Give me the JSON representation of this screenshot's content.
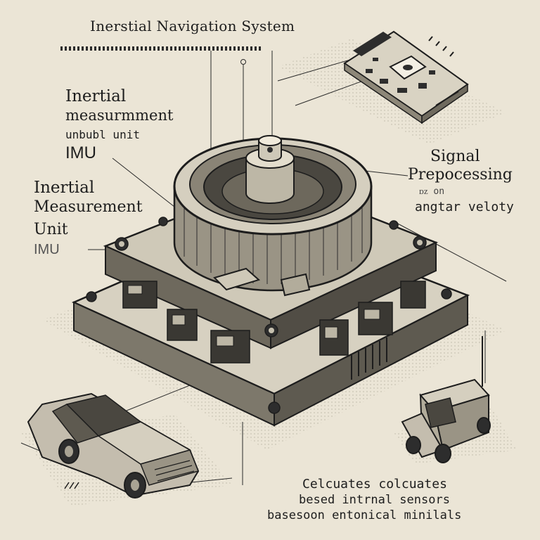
{
  "title": "Inerstial Navigation System",
  "labels_left_top": [
    "Inertial",
    "measurmment",
    "unbubl unit",
    "IMU"
  ],
  "labels_left_mid": [
    "Inertial",
    "Measurement",
    "Unit",
    "IMU"
  ],
  "labels_right": [
    "Signal",
    "Prepocessing",
    "ᴅᴢ on",
    "angtar veloty"
  ],
  "labels_bottom": [
    "Celcuates colcuates",
    "besed intrnal sensors",
    "basesoon entonical minilals"
  ],
  "illustration": {
    "central_component": "imu-gimbal-assembly",
    "board": "sensor-circuit-board",
    "vehicles": [
      "sedan-car",
      "small-truck"
    ],
    "ink_color": "#1d1d1d",
    "paper_color": "#ebe5d6"
  }
}
